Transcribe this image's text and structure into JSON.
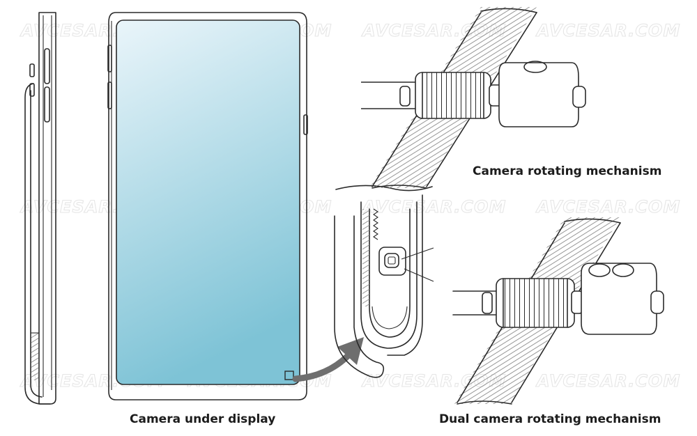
{
  "watermark": {
    "text": "AVCESAR.COM"
  },
  "captions": {
    "camera_under_display": "Camera under display",
    "camera_rotating_mechanism": "Camera rotating mechanism",
    "dual_camera_rotating_mechanism": "Dual camera rotating mechanism"
  },
  "colors": {
    "screen_gradient_top": "#eaf5fa",
    "screen_gradient_bottom": "#7ec3d6",
    "arrow": "#6e6e6e",
    "line": "#2a2a2a"
  },
  "icons": {
    "camera_marker": "small-square-outline",
    "arrow": "curved-arrow"
  }
}
